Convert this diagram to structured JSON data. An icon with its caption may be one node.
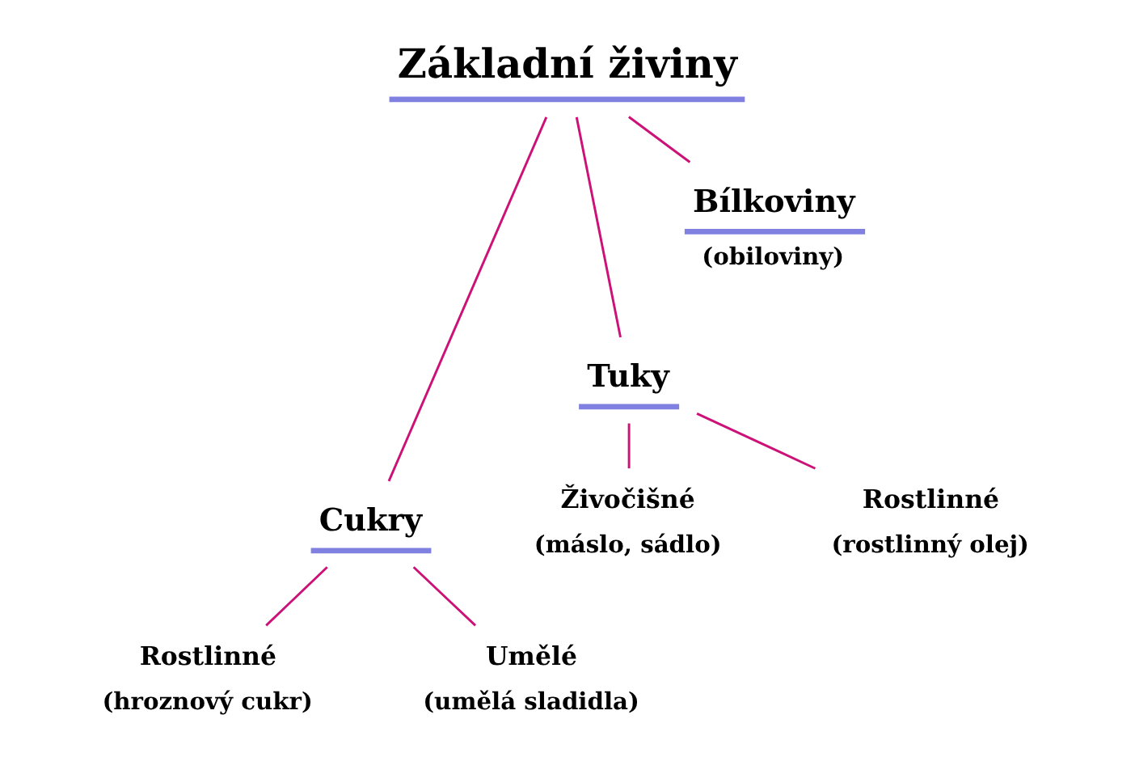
{
  "diagram": {
    "nodes": [
      {
        "text": [
          "Základní živiny"
        ]
      },
      {
        "text": [
          "Bílkoviny",
          "(obiloviny)"
        ]
      },
      {
        "text": [
          "Tuky"
        ]
      },
      {
        "text": [
          "Cukry"
        ]
      },
      {
        "text": [
          "Živočišné",
          "(máslo, sádlo)"
        ]
      },
      {
        "text": [
          "Rostlinné",
          "(rostlinný olej)"
        ]
      },
      {
        "text": [
          "Rostlinné",
          "(hroznový cukr)"
        ]
      },
      {
        "text": [
          "Umělé",
          "(umělá sladidla)"
        ]
      }
    ],
    "edges": [
      {
        "from": 0,
        "to": 3,
        "arrow": "none"
      },
      {
        "from": 0,
        "to": 2,
        "arrow": "none"
      },
      {
        "from": 0,
        "to": 1,
        "arrow": "none"
      },
      {
        "from": 2,
        "to": 4,
        "arrow": "none"
      },
      {
        "from": 2,
        "to": 5,
        "arrow": "none"
      },
      {
        "from": 3,
        "to": 6,
        "arrow": "none"
      },
      {
        "from": 3,
        "to": 7,
        "arrow": "none"
      }
    ]
  }
}
